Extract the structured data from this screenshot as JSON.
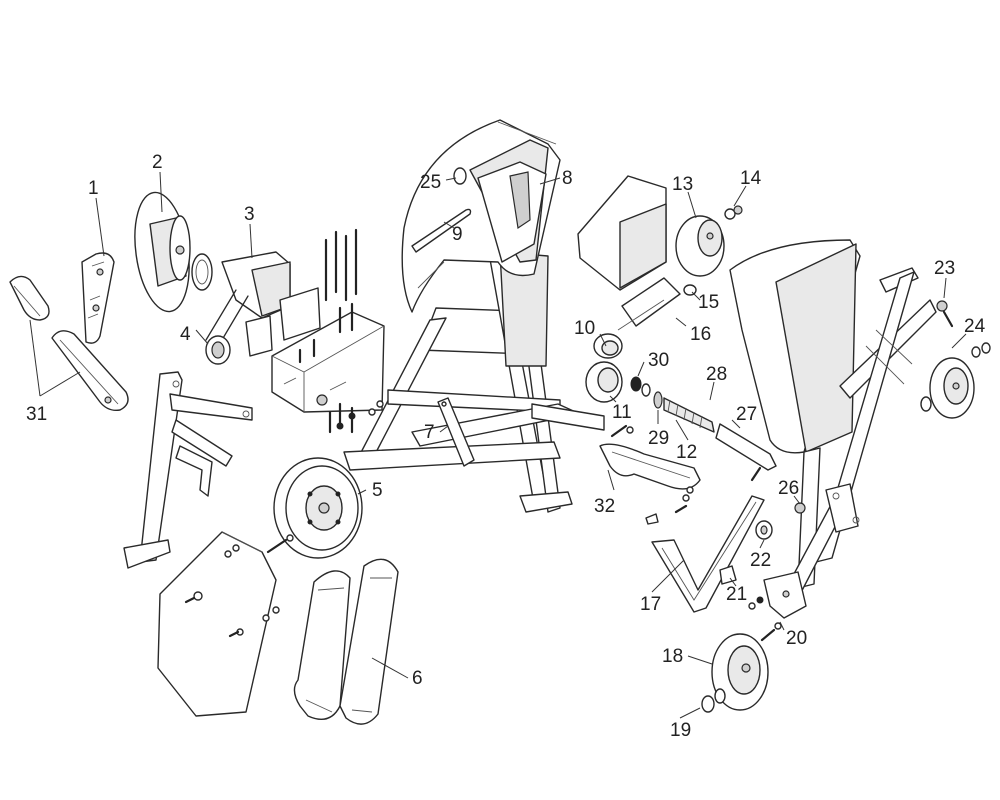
{
  "callouts": [
    {
      "id": "1",
      "label": "1"
    },
    {
      "id": "2",
      "label": "2"
    },
    {
      "id": "3",
      "label": "3"
    },
    {
      "id": "4",
      "label": "4"
    },
    {
      "id": "5",
      "label": "5"
    },
    {
      "id": "6",
      "label": "6"
    },
    {
      "id": "7",
      "label": "7"
    },
    {
      "id": "8",
      "label": "8"
    },
    {
      "id": "9",
      "label": "9"
    },
    {
      "id": "10",
      "label": "10"
    },
    {
      "id": "11",
      "label": "11"
    },
    {
      "id": "12",
      "label": "12"
    },
    {
      "id": "13",
      "label": "13"
    },
    {
      "id": "14",
      "label": "14"
    },
    {
      "id": "15",
      "label": "15"
    },
    {
      "id": "16",
      "label": "16"
    },
    {
      "id": "17",
      "label": "17"
    },
    {
      "id": "18",
      "label": "18"
    },
    {
      "id": "19",
      "label": "19"
    },
    {
      "id": "20",
      "label": "20"
    },
    {
      "id": "21",
      "label": "21"
    },
    {
      "id": "22",
      "label": "22"
    },
    {
      "id": "23",
      "label": "23"
    },
    {
      "id": "24",
      "label": "24"
    },
    {
      "id": "25",
      "label": "25"
    },
    {
      "id": "26",
      "label": "26"
    },
    {
      "id": "27",
      "label": "27"
    },
    {
      "id": "28",
      "label": "28"
    },
    {
      "id": "29",
      "label": "29"
    },
    {
      "id": "30",
      "label": "30"
    },
    {
      "id": "31",
      "label": "31"
    },
    {
      "id": "32",
      "label": "32"
    }
  ],
  "colors": {
    "line": "#2a2a2a",
    "fill": "#ffffff",
    "shade": "#e9e9e9"
  }
}
